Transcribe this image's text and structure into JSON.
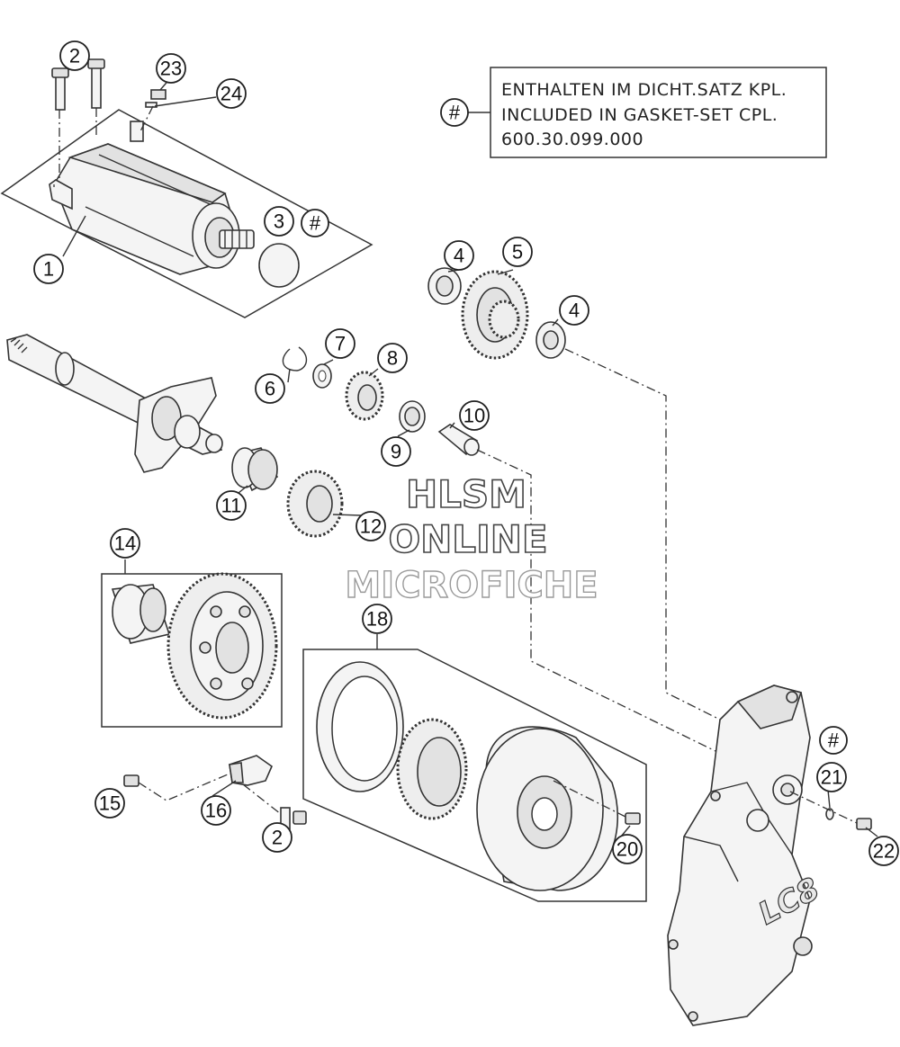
{
  "note": {
    "symbol": "#",
    "lines": [
      "ENTHALTEN IM DICHT.SATZ KPL.",
      "INCLUDED IN GASKET-SET CPL.",
      "600.30.099.000"
    ]
  },
  "callouts": {
    "c1": "1",
    "c2a": "2",
    "c2b": "2",
    "c3": "3",
    "c3h": "#",
    "c4a": "4",
    "c4b": "4",
    "c5": "5",
    "c6": "6",
    "c7": "7",
    "c8": "8",
    "c9": "9",
    "c10": "10",
    "c11": "11",
    "c12": "12",
    "c14": "14",
    "c15": "15",
    "c16": "16",
    "c18": "18",
    "c20": "20",
    "c21": "21",
    "c21h": "#",
    "c22": "22",
    "c23": "23",
    "c24": "24"
  },
  "cover_logo": "LC8",
  "watermark": {
    "line1": "HLSM",
    "line2": "ONLINE",
    "line3": "MICROFICHE"
  }
}
